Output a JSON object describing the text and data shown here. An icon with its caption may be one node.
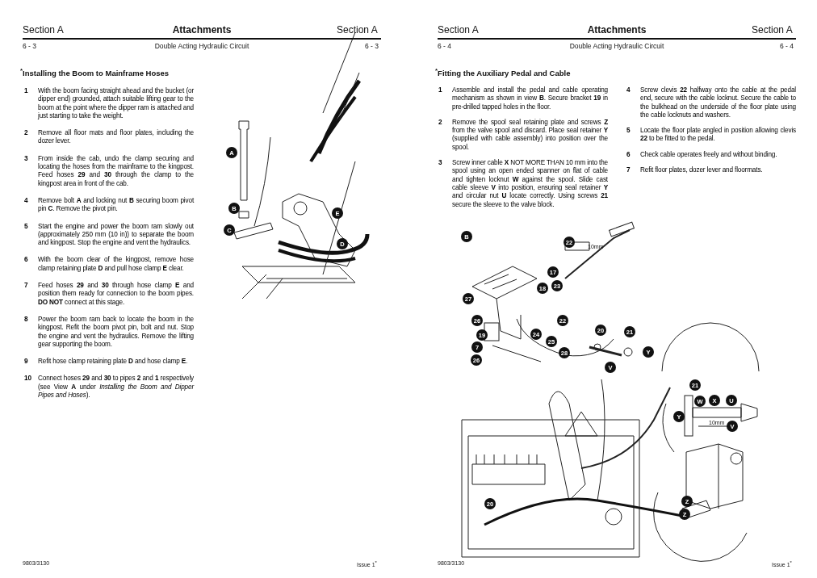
{
  "diagram": {
    "labels": [
      "Section A",
      "Attachments",
      "Section A",
      "6 - 3",
      "Double Acting Hydraulic Circuit",
      "6 - 3",
      "$^{*}$Installing the Boom to Mainframe Hoses",
      "1",
      "With the boom facing straight ahead and the bucket (or dipper end) grounded, attach suitable lifting gear to the boom at the point where the dipper ram is attached and just starting to take the weight.",
      "2",
      "Remove all floor mats and floor plates, including the dozer lever.",
      "3",
      "From inside the cab, undo the clamp securing and locating the hoses from the mainframe to the kingpost. Feed hoses **29** and **30** through the clamp to the kingpost area in front of the cab.",
      "4",
      "Remove bolt **A** and locking nut **B** securing boom pivot pin **C**. Remove the pivot pin.",
      "5",
      "Start the engine and power the boom ram slowly out (approximately 250 mm (10 in)) to separate the boom and kingpost. Stop the engine and vent the hydraulics.",
      "6",
      "With the boom clear of the kingpost, remove hose clamp retaining plate **D** and pull hose clamp **E** clear.",
      "7",
      "Feed hoses **29** and **30** through hose clamp **E** and position them ready for connection to the boom pipes. **DO NOT** connect at this stage.",
      "8",
      "Power the boom ram back to locate the boom in the kingpost. Refit the boom pivot pin, bolt and nut. Stop the engine and vent the hydraulics. Remove the lifting gear supporting the boom.",
      "9",
      "Refit hose clamp retaining plate **D** and hose clamp **E**.",
      "10",
      "Connect hoses **29** and **30** to pipes **2** and **1** respectively (see View **A** under *Installing the Boom and Dipper Pipes and Hoses*).",
      "A",
      "B",
      "C",
      "E",
      "D",
      "9803/3130",
      "Issue 1$^{*}$",
      "Section A",
      "Attachments",
      "Section A",
      "6 - 4",
      "Double Acting Hydraulic Circuit",
      "6 - 4",
      "$^{*}$Fitting the Auxiliary Pedal and Cable",
      "1",
      "Assemble and install the pedal and cable operating mechanism as shown in view **B**. Secure bracket **19** in pre-drilled tapped holes in the floor.",
      "2",
      "Remove the spool seal retaining plate and screws **Z** from the valve spool and discard. Place seal retainer **Y** (supplied with cable assembly) into position over the spool.",
      "3",
      "Screw inner cable **X** NOT MORE THAN 10 mm into the spool using an open ended spanner on flat of cable and tighten locknut **W** against the spool. Slide cast cable sleeve **V** into position, ensuring seal retainer **Y** and circular nut **U** locate correctly. Using screws **21** secure the sleeve to the valve block.",
      "4",
      "Screw clevis **22** halfway onto the cable at the pedal end, secure with the cable locknut. Secure the cable to the bulkhead on the underside of the floor plate using the cable locknuts and washers.",
      "5",
      "Locate the floor plate angled in position allowing clevis **22** to be fitted to the pedal.",
      "6",
      "Check cable operates freely and without binding.",
      "7",
      "Refit floor plates, dozer lever and floormats.",
      "B",
      "22",
      "10mm",
      "17",
      "23",
      "18",
      "27",
      "26",
      "22",
      "19",
      "24",
      "25",
      "7",
      "28",
      "20",
      "21",
      "Y",
      "V",
      "26",
      "21",
      "W",
      "X",
      "U",
      "Y",
      "10mm",
      "V",
      "Z",
      "Z",
      "20",
      "9803/3130",
      "Issue 1$^{*}$"
    ]
  }
}
